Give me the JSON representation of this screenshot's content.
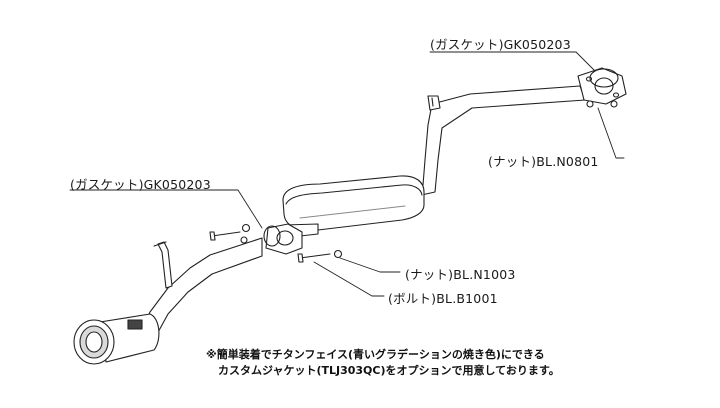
{
  "labels": {
    "gasket_top": "(ガスケット)GK050203",
    "nut_top": "(ナット)BL.N0801",
    "gasket_left": "(ガスケット)GK050203",
    "nut_mid": "(ナット)BL.N1003",
    "bolt_mid": "(ボルト)BL.B1001"
  },
  "note": {
    "line1": "※簡単装着でチタンフェイス(青いグラデーションの焼き色)にできる",
    "line2": "カスタムジャケット(TLJ303QC)をオプションで用意しております。"
  },
  "colors": {
    "stroke": "#222222",
    "pipe_fill": "#ffffff",
    "shade": "#d9d9d9"
  }
}
